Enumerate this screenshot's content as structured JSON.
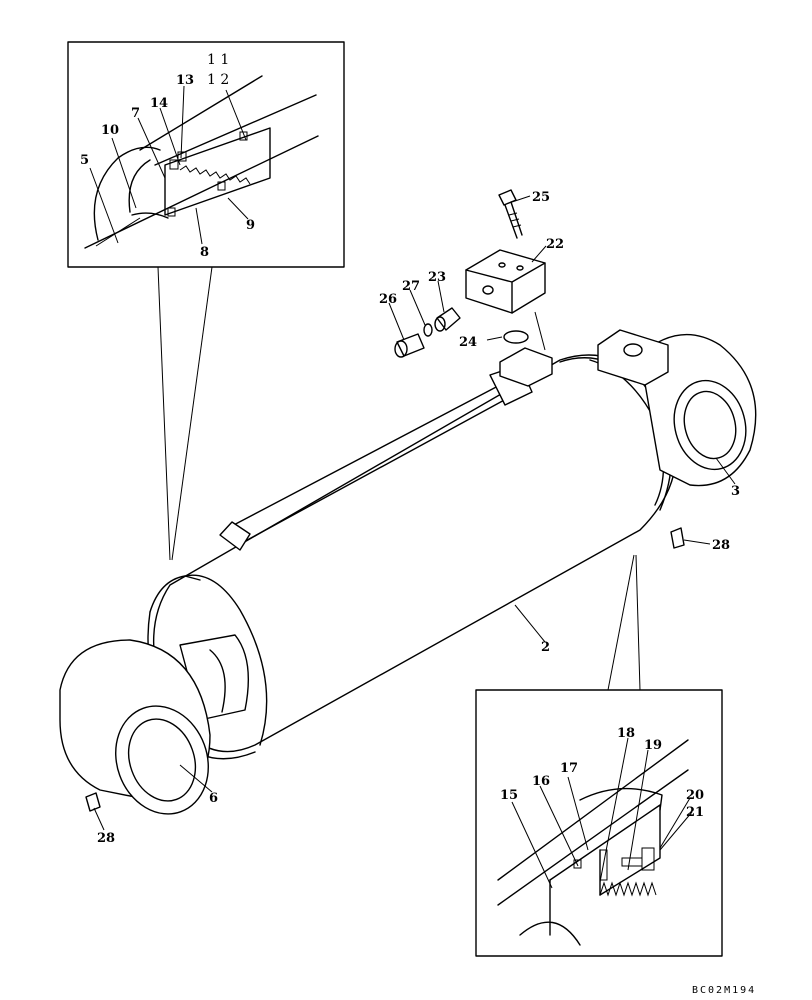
{
  "drawing_code": "BC02M194",
  "callouts": [
    {
      "id": "c1",
      "text": "2"
    },
    {
      "id": "c2",
      "text": "3"
    },
    {
      "id": "c3",
      "text": "5"
    },
    {
      "id": "c4",
      "text": "6"
    },
    {
      "id": "c5",
      "text": "7"
    },
    {
      "id": "c6",
      "text": "8"
    },
    {
      "id": "c7",
      "text": "9"
    },
    {
      "id": "c8",
      "text": "10"
    },
    {
      "id": "c9",
      "text": "13"
    },
    {
      "id": "c10",
      "text": "14"
    },
    {
      "id": "c11",
      "text": "1 1"
    },
    {
      "id": "c12",
      "text": "1 2"
    },
    {
      "id": "c13",
      "text": "15"
    },
    {
      "id": "c14",
      "text": "16"
    },
    {
      "id": "c15",
      "text": "17"
    },
    {
      "id": "c16",
      "text": "18"
    },
    {
      "id": "c17",
      "text": "19"
    },
    {
      "id": "c18",
      "text": "20"
    },
    {
      "id": "c19",
      "text": "21"
    },
    {
      "id": "c20",
      "text": "22"
    },
    {
      "id": "c21",
      "text": "23"
    },
    {
      "id": "c22",
      "text": "24"
    },
    {
      "id": "c23",
      "text": "25"
    },
    {
      "id": "c24",
      "text": "26"
    },
    {
      "id": "c25",
      "text": "27"
    },
    {
      "id": "c26",
      "text": "28"
    },
    {
      "id": "c27",
      "text": "28"
    }
  ]
}
